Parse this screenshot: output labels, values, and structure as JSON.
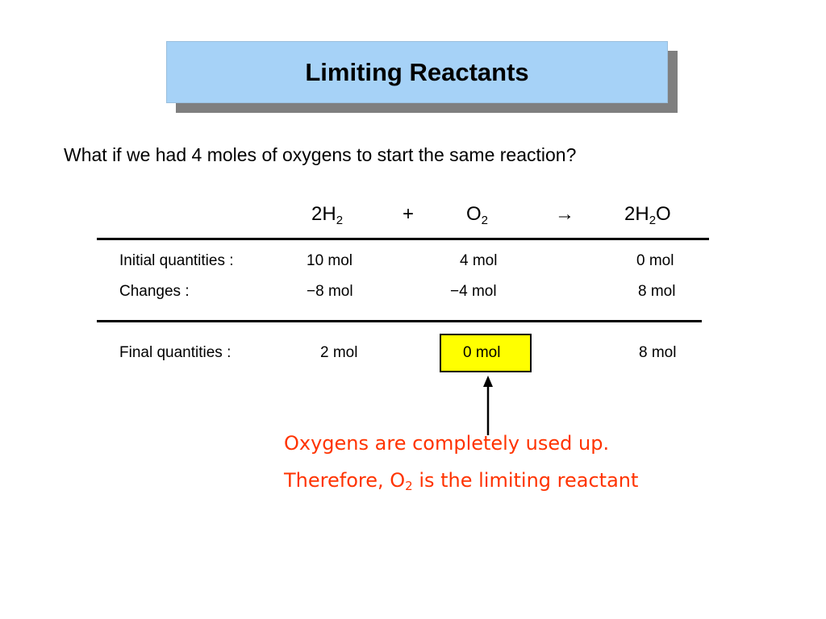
{
  "title": "Limiting Reactants",
  "question": "What if we had 4 moles of oxygens to start the same reaction?",
  "equation": {
    "reactant1": {
      "coef": "2H",
      "sub": "2"
    },
    "plus": "+",
    "reactant2": {
      "coef": "O",
      "sub": "2"
    },
    "arrow": "→",
    "product": {
      "pre": "2H",
      "sub": "2",
      "post": "O"
    }
  },
  "table": {
    "initial": {
      "label": "Initial quantities :",
      "h2": "10 mol",
      "o2": "4 mol",
      "h2o": "0 mol"
    },
    "changes": {
      "label": "Changes :",
      "h2": "−8 mol",
      "o2": "−4 mol",
      "h2o": "8 mol"
    },
    "final": {
      "label": "Final quantities :",
      "h2": "2 mol",
      "o2": "0 mol",
      "h2o": "8 mol"
    }
  },
  "note": {
    "line1": "Oxygens are completely used up.",
    "line2_pre": "Therefore, O",
    "line2_sub": "2",
    "line2_post": " is the limiting reactant"
  },
  "colors": {
    "title_bg": "#a6d2f7",
    "title_shadow": "#7f7f7f",
    "highlight": "#ffff00",
    "note_text": "#ff3300"
  }
}
